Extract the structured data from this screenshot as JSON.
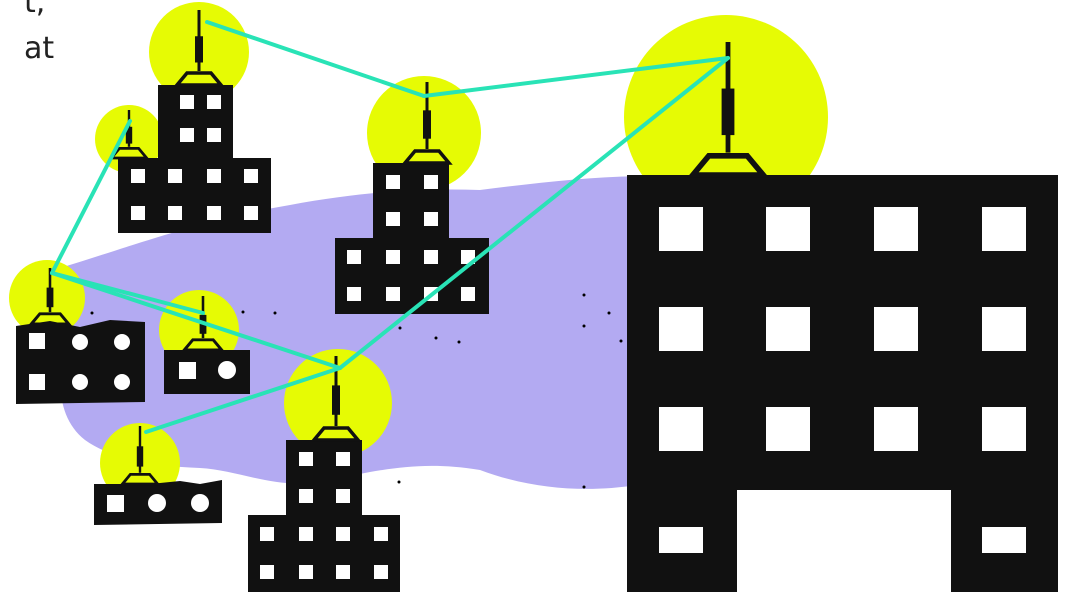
{
  "text_fragments": [
    "t,",
    "at"
  ],
  "colors": {
    "background": "#ffffff",
    "blob": "#b3aaf2",
    "glow": "#e6fb04",
    "link": "#29e3b6",
    "building": "#111111",
    "window": "#ffffff",
    "text": "#222222"
  },
  "nodes": [
    {
      "id": "tower-top-left",
      "icon": "antenna-tower-icon"
    },
    {
      "id": "small-building-upper-left",
      "icon": "antenna-tower-icon"
    },
    {
      "id": "tower-center",
      "icon": "antenna-tower-icon"
    },
    {
      "id": "large-building-right",
      "icon": "antenna-tower-icon"
    },
    {
      "id": "wide-building-left",
      "icon": "antenna-tower-icon"
    },
    {
      "id": "small-building-middle",
      "icon": "antenna-tower-icon"
    },
    {
      "id": "tower-lower-center",
      "icon": "antenna-tower-icon"
    },
    {
      "id": "small-building-bottom-left",
      "icon": "antenna-tower-icon"
    }
  ],
  "links": [
    [
      "tower-top-left",
      "tower-center"
    ],
    [
      "tower-center",
      "large-building-right"
    ],
    [
      "small-building-upper-left",
      "wide-building-left"
    ],
    [
      "wide-building-left",
      "small-building-middle"
    ],
    [
      "wide-building-left",
      "tower-lower-center"
    ],
    [
      "tower-lower-center",
      "large-building-right"
    ],
    [
      "tower-lower-center",
      "small-building-bottom-left"
    ]
  ]
}
